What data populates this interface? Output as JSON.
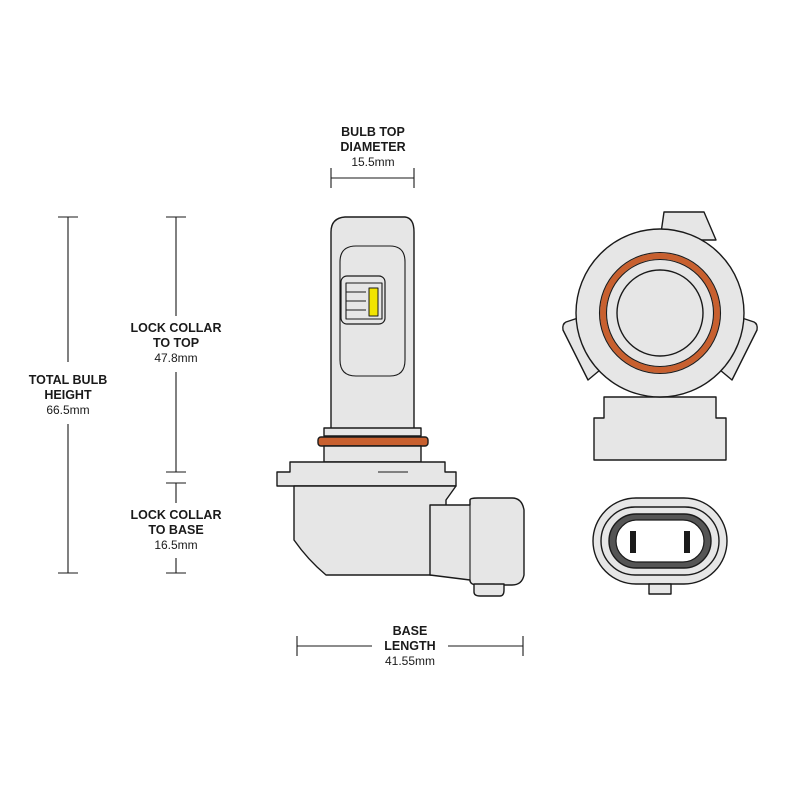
{
  "dimensions": {
    "bulb_top": {
      "line1": "BULB TOP",
      "line2": "DIAMETER",
      "value": "15.5mm"
    },
    "lock_to_top": {
      "line1": "LOCK COLLAR",
      "line2": "TO TOP",
      "value": "47.8mm"
    },
    "total_height": {
      "line1": "TOTAL BULB",
      "line2": "HEIGHT",
      "value": "66.5mm"
    },
    "lock_to_base": {
      "line1": "LOCK COLLAR",
      "line2": "TO BASE",
      "value": "16.5mm"
    },
    "base_length": {
      "line1": "BASE",
      "line2": "LENGTH",
      "value": "41.55mm"
    }
  },
  "colors": {
    "body": "#e6e6e6",
    "outline": "#1a1a1a",
    "oring": "#c8602f",
    "chip": "#f2e400",
    "connector_well": "#555555"
  }
}
